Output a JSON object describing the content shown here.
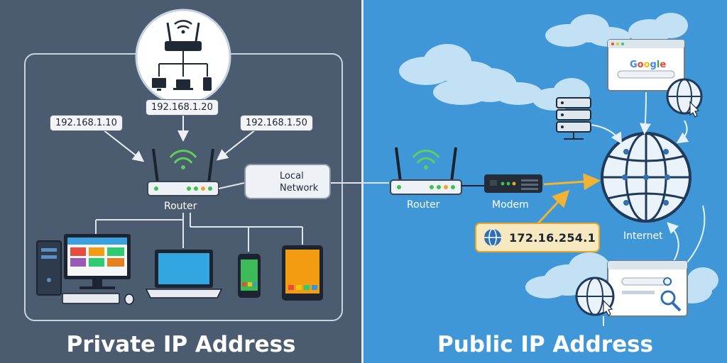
{
  "private_side": {
    "title": "Private IP Address",
    "ip_left": "192.168.1.10",
    "ip_top": "192.168.1.20",
    "ip_right": "192.168.1.50",
    "router_label": "Router",
    "local_network_label": "Local Network"
  },
  "public_side": {
    "title": "Public IP Address",
    "router_label": "Router",
    "modem_label": "Modem",
    "public_ip": "172.16.254.1",
    "internet_label": "Internet",
    "search_brand": "Google"
  },
  "colors": {
    "private_bg": "#4b5c70",
    "public_bg": "#3f97d8",
    "arrow_highlight": "#f2b233",
    "device_screen": "#31a6e0"
  }
}
